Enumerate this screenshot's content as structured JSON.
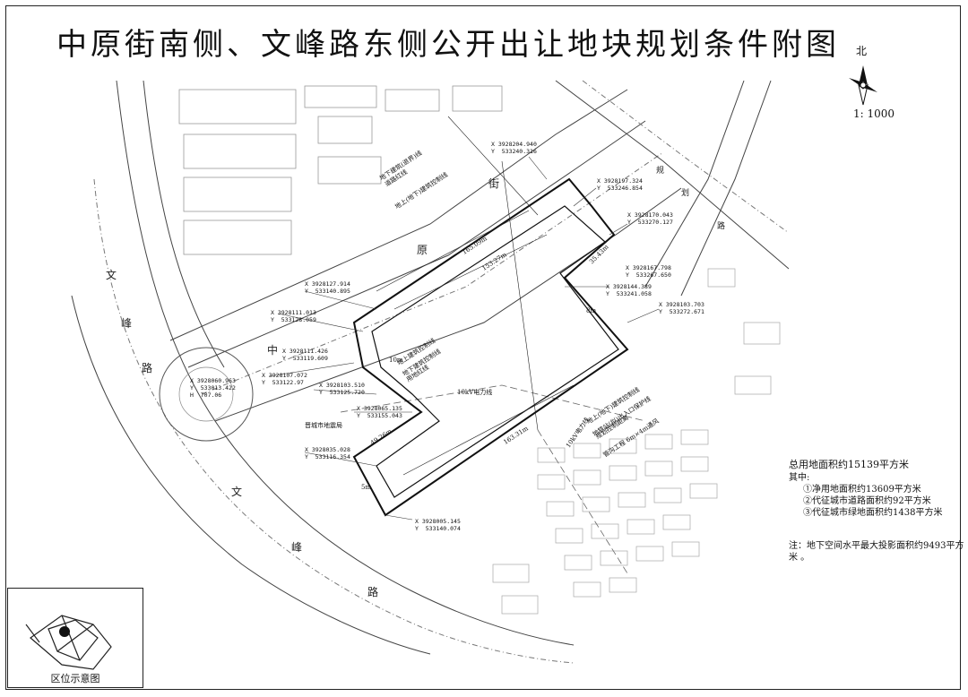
{
  "title": "中原街南侧、文峰路东侧公开出让地块规划条件附图",
  "north_label": "北",
  "scale": "1: 1000",
  "stats": {
    "total": "总用地面积约15139平方米",
    "of_which": "其中:",
    "items": [
      "①净用地面积约13609平方米",
      "②代征城市道路面积约92平方米",
      "③代征城市绿地面积约1438平方米"
    ],
    "note": "注：地下空间水平最大投影面积约9493平方米 。"
  },
  "inset_label": "区位示意图",
  "roads": {
    "wenfeng_1": "文",
    "wenfeng_2": "峰",
    "wenfeng_3": "路",
    "zhongyuan_1": "中",
    "zhongyuan_2": "原",
    "zhongyuan_3": "街",
    "wenfeng_b1": "文",
    "wenfeng_b2": "峰",
    "wenfeng_b3": "路",
    "road_e1": "规",
    "road_e2": "划",
    "road_e3": "路"
  },
  "labels": {
    "district_office": "晋城市地震局",
    "power_line_10kv": "10kV电力线",
    "power_line_10kv_b": "10kV电力线",
    "building_line_above": "地上建筑控制线",
    "building_line_below": "地下建筑控制线",
    "red_line": "用地红线",
    "road_red_line_top": "道路红线",
    "upper_note_1": "地下建筑(退界)线",
    "upper_note_3": "地上(地下)建筑控制线",
    "right_note_1": "地上(地下)建筑控制线",
    "right_note_2": "地铁站(拟)出入口保护线",
    "right_note_3": "规划控制距离",
    "right_note_4": "管沟工程  6m×4m通风",
    "dim_165": "165.09m",
    "dim_153": "153.27m",
    "dim_163": "163.31m",
    "dim_49": "49.26m",
    "dim_35": "35.43m",
    "dim_8": "8m",
    "dim_10": "10m",
    "dim_5": "5m"
  },
  "coords": [
    "X 3928204.940\nY  533240.316",
    "X 3928197.324\nY  533246.854",
    "X 3928170.043\nY  533270.127",
    "X 3928167.798\nY  533267.650",
    "X 3928144.389\nY  533241.058",
    "X 3928103.703\nY  533272.671",
    "X 3928127.914\nY  533140.895",
    "X 3928111.013\nY  533128.059",
    "X 3928111.426\nY  533119.609",
    "X 3928107.072\nY  533122.97",
    "X 3928103.510\nY  533125.720",
    "X 3928060.963\nY  533013.422\nH  707.06",
    "X 3928065.135\nY  533155.043",
    "X 3928035.028\nY  533116.354",
    "X 3928005.145\nY  533140.074"
  ],
  "colors": {
    "ink": "#111111",
    "gray": "#9a9a9a",
    "light": "#c8c8c8"
  }
}
